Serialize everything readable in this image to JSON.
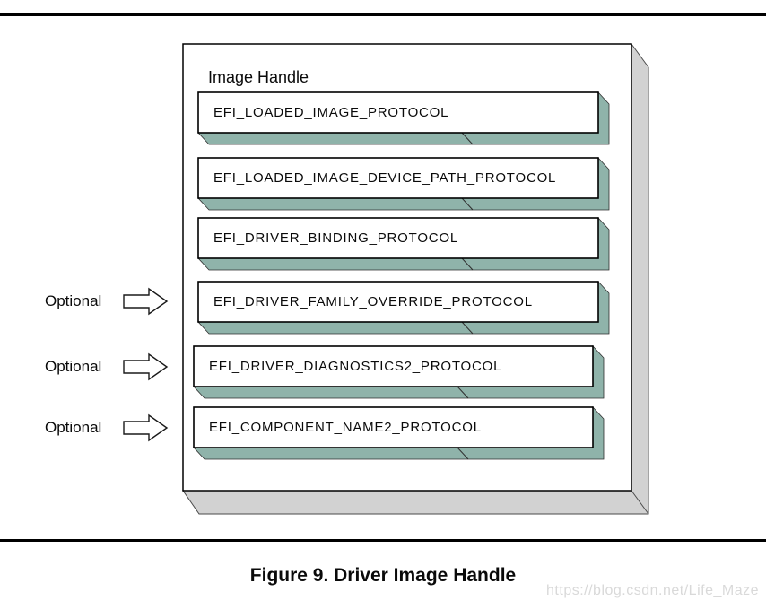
{
  "page": {
    "caption": "Figure 9. Driver Image Handle",
    "watermark": "https://blog.csdn.net/Life_Maze"
  },
  "diagram": {
    "title": "Image Handle",
    "optional_label": "Optional",
    "colors": {
      "shadow_teal": "#8fb3aa",
      "shadow_gray": "#d2d2d2",
      "box_face": "#ffffff",
      "border": "#000000"
    },
    "protocols": [
      {
        "label": "EFI_LOADED_IMAGE_PROTOCOL",
        "optional": false
      },
      {
        "label": "EFI_LOADED_IMAGE_DEVICE_PATH_PROTOCOL",
        "optional": false
      },
      {
        "label": "EFI_DRIVER_BINDING_PROTOCOL",
        "optional": false
      },
      {
        "label": "EFI_DRIVER_FAMILY_OVERRIDE_PROTOCOL",
        "optional": true
      },
      {
        "label": "EFI_DRIVER_DIAGNOSTICS2_PROTOCOL",
        "optional": true
      },
      {
        "label": "EFI_COMPONENT_NAME2_PROTOCOL",
        "optional": true
      }
    ]
  }
}
